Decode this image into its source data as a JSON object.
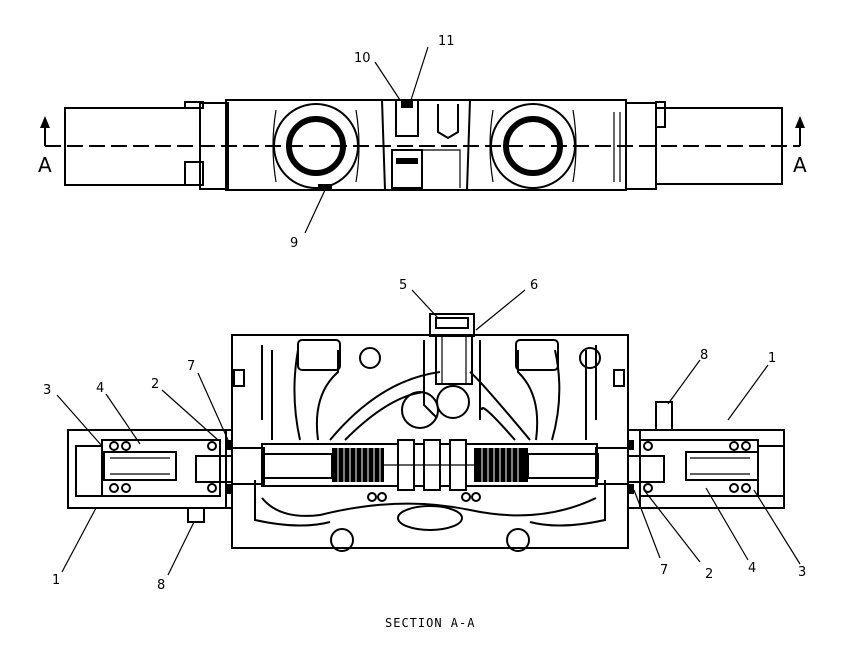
{
  "callouts": {
    "c10": "10",
    "c11": "11",
    "c9": "9",
    "c5": "5",
    "c6": "6",
    "c7_top": "7",
    "c8_top": "8",
    "c1_right": "1",
    "c3_left": "3",
    "c4_left": "4",
    "c2_left": "2",
    "c1_left": "1",
    "c8_bottom": "8",
    "c7_bottom": "7",
    "c2_right": "2",
    "c4_right": "4",
    "c3_right": "3"
  },
  "section_markers": {
    "left": "A",
    "right": "A"
  },
  "caption": "SECTION A-A"
}
